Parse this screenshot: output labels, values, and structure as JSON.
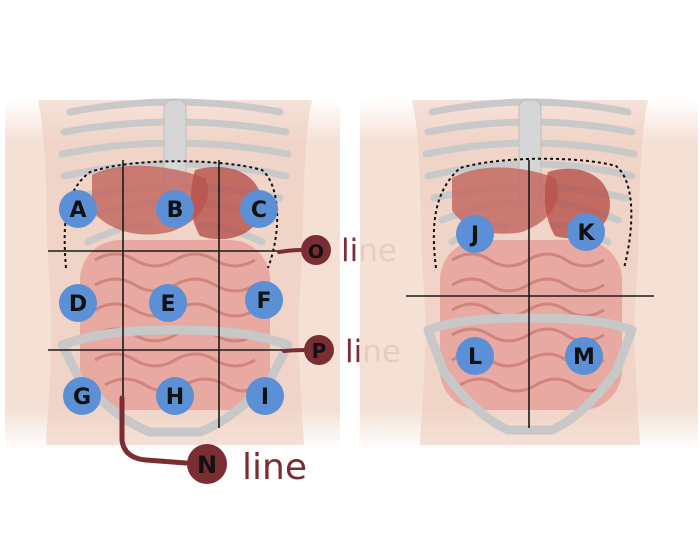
{
  "colors": {
    "skin": "#f3ddd0",
    "bone": "#dcdcdc",
    "bone_outline": "#bdbdbd",
    "organ": "#d98c86",
    "organ_dark": "#b7504a",
    "intestine": "#e7a9a1",
    "marker_fill": "#5b8fd6",
    "line_marker_fill": "#7a2e33",
    "grid_line": "#1a1a1a"
  },
  "left_figure": {
    "region_labels": [
      "A",
      "B",
      "C",
      "D",
      "E",
      "F",
      "G",
      "H",
      "I"
    ]
  },
  "right_figure": {
    "region_labels": [
      "J",
      "K",
      "L",
      "M"
    ]
  },
  "line_labels": {
    "o": {
      "letter": "O",
      "word": "line"
    },
    "p": {
      "letter": "P",
      "word": "line"
    },
    "n": {
      "letter": "N",
      "word": "line"
    }
  }
}
